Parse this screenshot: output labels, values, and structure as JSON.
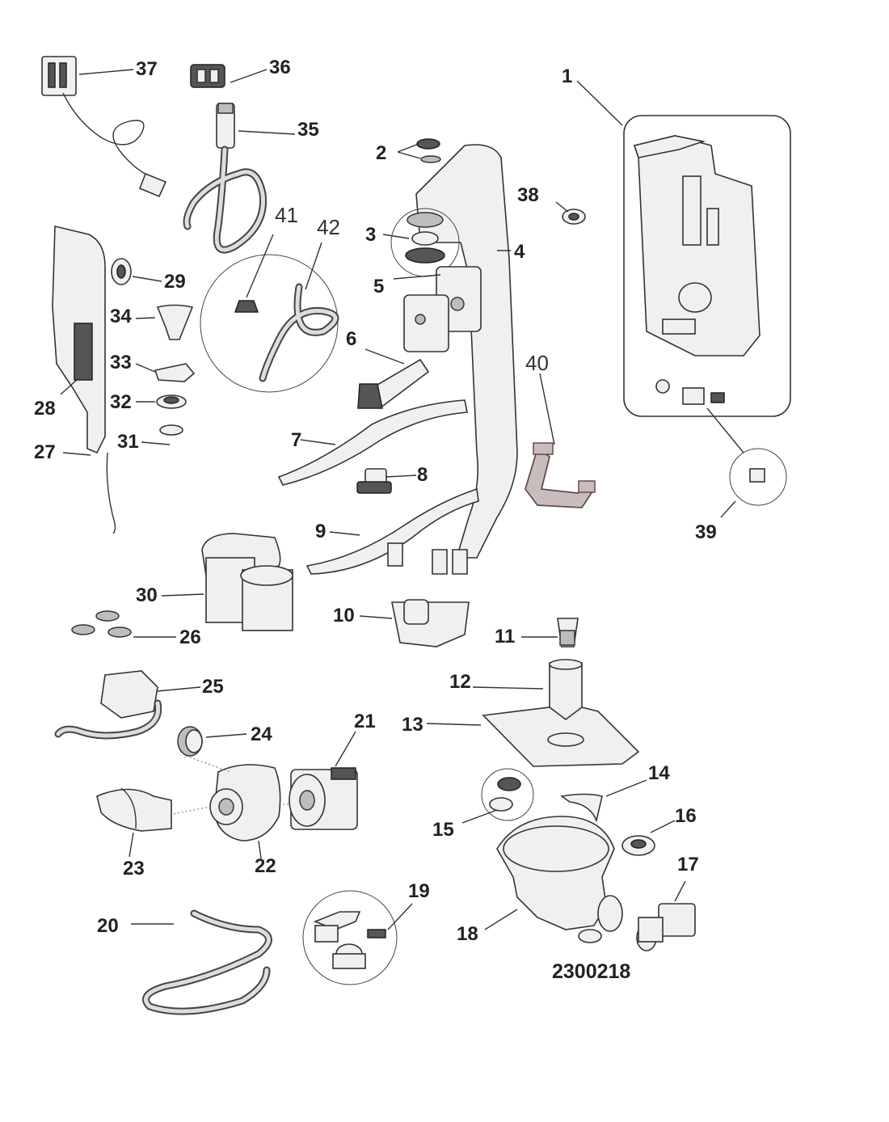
{
  "labels": {
    "p1": "1",
    "p2": "2",
    "p3": "3",
    "p4": "4",
    "p5": "5",
    "p6": "6",
    "p7": "7",
    "p8": "8",
    "p9": "9",
    "p10": "10",
    "p11": "11",
    "p12": "12",
    "p13": "13",
    "p14": "14",
    "p15": "15",
    "p16": "16",
    "p17": "17",
    "p18": "18",
    "p19": "19",
    "p20": "20",
    "p21": "21",
    "p22": "22",
    "p23": "23",
    "p24": "24",
    "p25": "25",
    "p26": "26",
    "p27": "27",
    "p28": "28",
    "p29": "29",
    "p30": "30",
    "p31": "31",
    "p32": "32",
    "p33": "33",
    "p34": "34",
    "p35": "35",
    "p36": "36",
    "p37": "37",
    "p38": "38",
    "p39": "39",
    "p40": "40",
    "p41": "41",
    "p42": "42"
  },
  "diagram_code": "2300218"
}
